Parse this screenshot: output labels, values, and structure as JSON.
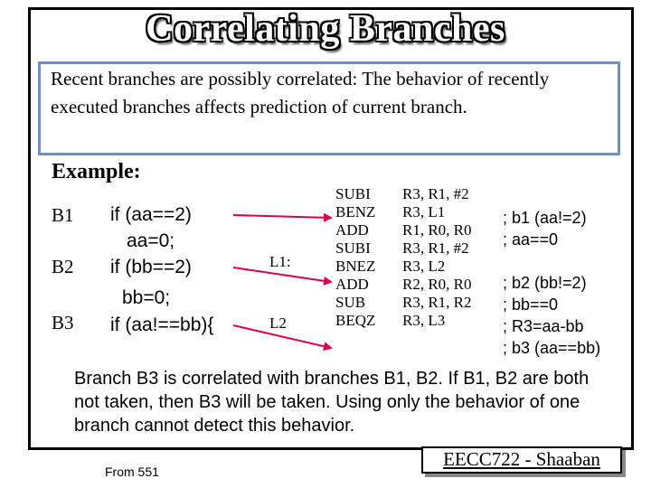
{
  "slide": {
    "title": "Correlating Branches",
    "intro": "Recent branches are possibly correlated: The behavior of recently executed branches affects prediction of current branch.",
    "example_label": "Example:"
  },
  "branches": [
    {
      "label": "B1",
      "code": "if (aa==2)"
    },
    {
      "label": "",
      "code": "aa=0;"
    },
    {
      "label": "B2",
      "code": "if (bb==2)"
    },
    {
      "label": "",
      "code": "bb=0;"
    },
    {
      "label": "B3",
      "code": "if (aa!==bb){"
    }
  ],
  "asm_labels": [
    "L1:",
    "L2"
  ],
  "assembly": [
    {
      "op": "SUBI",
      "args": "R3, R1, #2",
      "comment": ""
    },
    {
      "op": "BENZ",
      "args": "R3, L1",
      "comment": "; b1 (aa!=2)"
    },
    {
      "op": "ADD",
      "args": "R1, R0, R0",
      "comment": "; aa==0"
    },
    {
      "op": "SUBI",
      "args": "R3, R1, #2",
      "comment": ""
    },
    {
      "op": "BNEZ",
      "args": "R3, L2",
      "comment": "; b2 (bb!=2)"
    },
    {
      "op": "ADD",
      "args": "R2, R0, R0",
      "comment": "; bb==0"
    },
    {
      "op": "SUB",
      "args": "R3, R1, R2",
      "comment": "; R3=aa-bb"
    },
    {
      "op": "BEQZ",
      "args": "R3, L3",
      "comment": "; b3 (aa==bb)"
    }
  ],
  "explanation": "Branch B3 is correlated with branches B1, B2. If B1, B2 are both not taken, then B3 will be taken. Using only the behavior of one branch cannot detect this behavior.",
  "footer": {
    "from": "From 551",
    "course": "EECC722 - Shaaban"
  },
  "colors": {
    "arrow": "#e0004a",
    "intro_border": "#6f8fc7"
  }
}
